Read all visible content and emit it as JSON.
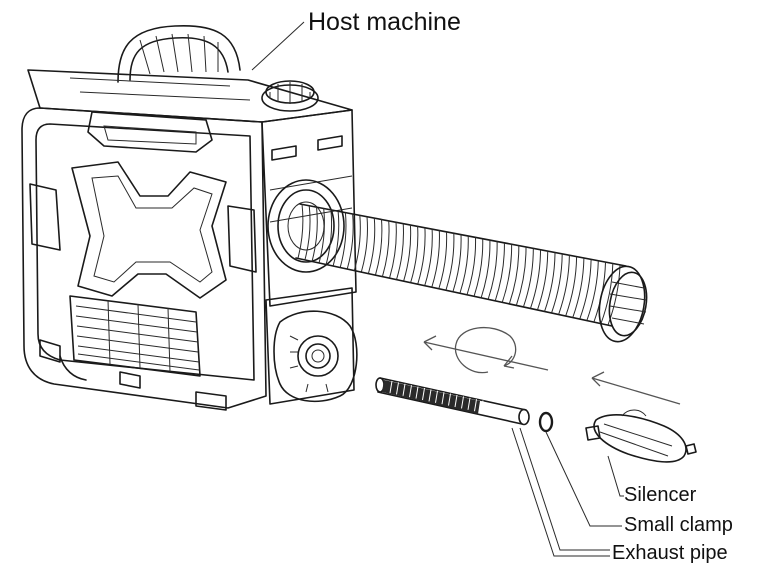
{
  "labels": {
    "host_machine": "Host machine",
    "silencer": "Silencer",
    "small_clamp": "Small clamp",
    "exhaust_pipe": "Exhaust pipe"
  },
  "colors": {
    "line": "#1a1a1a",
    "background": "#ffffff"
  }
}
